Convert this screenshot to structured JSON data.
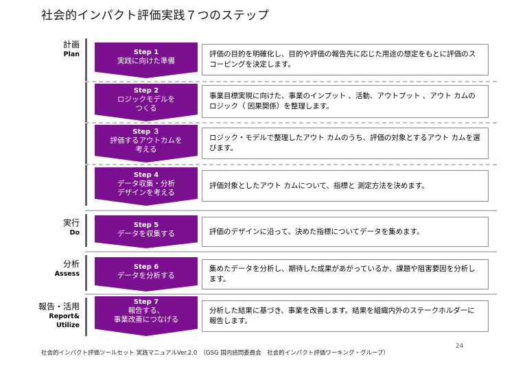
{
  "title": "社会的インパクト評価実践７つのステップ",
  "phases": [
    {
      "jp": "計画",
      "en": "Plan"
    },
    {
      "jp": "実行",
      "en": "Do"
    },
    {
      "jp": "分析",
      "en": "Assess"
    },
    {
      "jp": "報告・活用",
      "en": "Report&",
      "en2": "Utilize"
    }
  ],
  "steps": [
    {
      "no": "Step 1",
      "l1": "実践に向けた準備",
      "l2": "",
      "desc": "評価の目的を明確化し、目的や評価の報告先に応じた用途の想定をもとに評価のスコーピングを決定します。"
    },
    {
      "no": "Step 2",
      "l1": "ロジックモデルを",
      "l2": "つくる",
      "desc": "事業目標実現に向けた、事業のインプット 、活動、アウトプット 、アウト カムのロジック（ 因果関係）を整理します。"
    },
    {
      "no": "Step ３",
      "l1": "評価するアウトカムを",
      "l2": "考える",
      "desc": "ロジック・モデルで整理したアウト カムのうち、評価の対象とするアウト カムを選びます。"
    },
    {
      "no": "Step 4",
      "l1": "データ収集・分析",
      "l2": "デザインを考える",
      "desc": "評価対象としたアウト カムについて、指標と 測定方法を決めます。"
    },
    {
      "no": "Step 5",
      "l1": "データを収集する",
      "l2": "",
      "desc": "評価のデザインに沿って、決めた指標についてデータを集めます。"
    },
    {
      "no": "Step 6",
      "l1": "データを分析する",
      "l2": "",
      "desc": "集めたデータを分析し、期待した成果があがっているか、課題や阻害要因を分析します。"
    },
    {
      "no": "Step 7",
      "l1": "報告する、",
      "l2": "事業改善につなげる",
      "desc": "分析した結果に基づき、事業を改善します。結果を組織内外のステークホルダーに報告します。"
    }
  ],
  "footer": "社会的インパクト評価ツールセット 実践マニュアルVer.2.0　（GSG 国内諮問委員会　社会的インパクト評価ワーキング・グループ）",
  "page_number": "24"
}
